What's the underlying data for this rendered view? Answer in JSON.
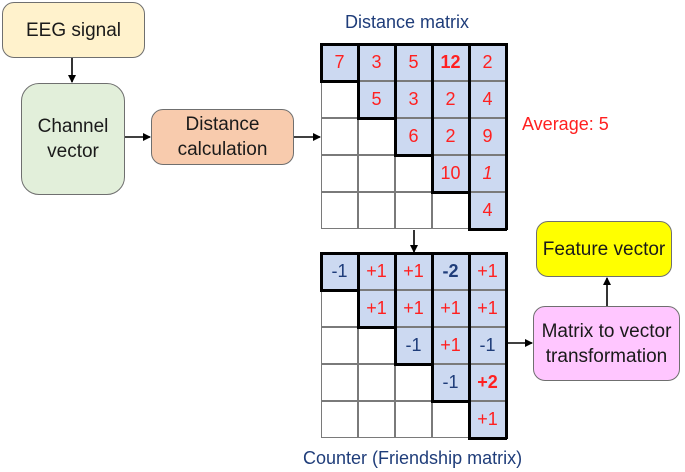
{
  "colors": {
    "positive": "#ff2020",
    "negative": "#1f3d7a",
    "filled_cell": "#ccd9f1",
    "eeg_box": "#fff2cc",
    "channel_box": "#e2efda",
    "distance_box": "#f8cbad",
    "transform_box": "#ffc6ff",
    "feature_box": "#ffff00"
  },
  "boxes": {
    "eeg_signal": "EEG signal",
    "channel_vector": "Channel vector",
    "distance_calculation": "Distance calculation",
    "matrix_to_vector": "Matrix to vector transformation",
    "feature_vector": "Feature vector"
  },
  "distance_matrix": {
    "title": "Distance matrix",
    "average_label": "Average: 5",
    "rows": [
      [
        null,
        "7",
        "3",
        "5",
        "12",
        "2"
      ],
      [
        null,
        null,
        "5",
        "3",
        "2",
        "4"
      ],
      [
        null,
        null,
        null,
        "6",
        "2",
        "9"
      ],
      [
        null,
        null,
        null,
        null,
        "10",
        "1"
      ],
      [
        null,
        null,
        null,
        null,
        null,
        "4"
      ]
    ],
    "cells": [
      {
        "r": 0,
        "c": 0,
        "v": "7"
      },
      {
        "r": 0,
        "c": 1,
        "v": "3"
      },
      {
        "r": 0,
        "c": 2,
        "v": "5"
      },
      {
        "r": 0,
        "c": 3,
        "v": "12",
        "bold": true
      },
      {
        "r": 0,
        "c": 4,
        "v": "2"
      },
      {
        "r": 1,
        "c": 1,
        "v": "5"
      },
      {
        "r": 1,
        "c": 2,
        "v": "3"
      },
      {
        "r": 1,
        "c": 3,
        "v": "2"
      },
      {
        "r": 1,
        "c": 4,
        "v": "4"
      },
      {
        "r": 2,
        "c": 2,
        "v": "6"
      },
      {
        "r": 2,
        "c": 3,
        "v": "2"
      },
      {
        "r": 2,
        "c": 4,
        "v": "9"
      },
      {
        "r": 3,
        "c": 3,
        "v": "10"
      },
      {
        "r": 3,
        "c": 4,
        "v": "1",
        "italic": true
      },
      {
        "r": 4,
        "c": 4,
        "v": "4"
      }
    ]
  },
  "counter_matrix": {
    "title": "Counter (Friendship matrix)",
    "cells": [
      {
        "r": 0,
        "c": 0,
        "v": "-1"
      },
      {
        "r": 0,
        "c": 1,
        "v": "+1"
      },
      {
        "r": 0,
        "c": 2,
        "v": "+1"
      },
      {
        "r": 0,
        "c": 3,
        "v": "-2",
        "bold": true
      },
      {
        "r": 0,
        "c": 4,
        "v": "+1"
      },
      {
        "r": 1,
        "c": 1,
        "v": "+1"
      },
      {
        "r": 1,
        "c": 2,
        "v": "+1"
      },
      {
        "r": 1,
        "c": 3,
        "v": "+1"
      },
      {
        "r": 1,
        "c": 4,
        "v": "+1"
      },
      {
        "r": 2,
        "c": 2,
        "v": "-1"
      },
      {
        "r": 2,
        "c": 3,
        "v": "+1"
      },
      {
        "r": 2,
        "c": 4,
        "v": "-1"
      },
      {
        "r": 3,
        "c": 3,
        "v": "-1"
      },
      {
        "r": 3,
        "c": 4,
        "v": "+2",
        "bold": true
      },
      {
        "r": 4,
        "c": 4,
        "v": "+1"
      }
    ]
  }
}
